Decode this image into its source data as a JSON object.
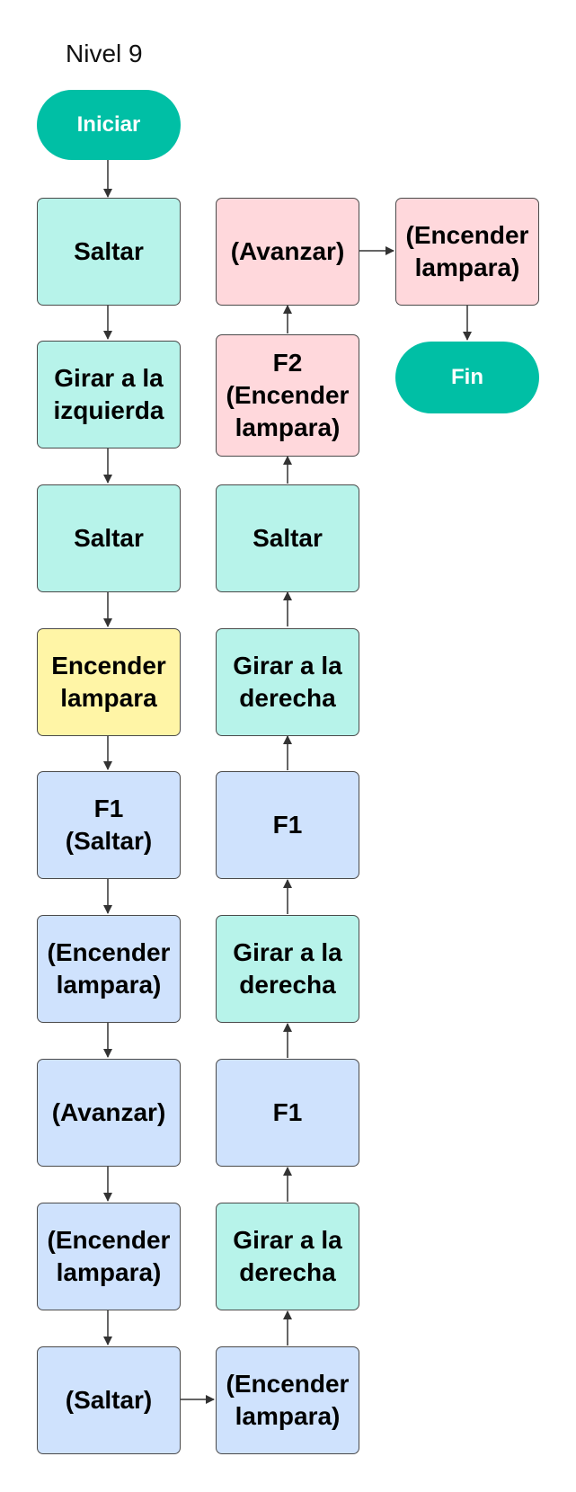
{
  "title": "Nivel 9",
  "terminals": {
    "start": "Iniciar",
    "end": "Fin"
  },
  "nodes": [
    {
      "id": "n1",
      "label": "Saltar",
      "type": "teal"
    },
    {
      "id": "n2",
      "label": "Girar a la\nizquierda",
      "type": "teal"
    },
    {
      "id": "n3",
      "label": "Saltar",
      "type": "teal"
    },
    {
      "id": "n4",
      "label": "Encender\nlampara",
      "type": "yellow"
    },
    {
      "id": "n5",
      "label": "F1\n(Saltar)",
      "type": "blue"
    },
    {
      "id": "n6",
      "label": "(Encender\nlampara)",
      "type": "blue"
    },
    {
      "id": "n7",
      "label": "(Avanzar)",
      "type": "blue"
    },
    {
      "id": "n8",
      "label": "(Encender\nlampara)",
      "type": "blue"
    },
    {
      "id": "n9",
      "label": "(Saltar)",
      "type": "blue"
    },
    {
      "id": "n10",
      "label": "(Encender\nlampara)",
      "type": "blue"
    },
    {
      "id": "n11",
      "label": "Girar a la\nderecha",
      "type": "teal"
    },
    {
      "id": "n12",
      "label": "F1",
      "type": "blue"
    },
    {
      "id": "n13",
      "label": "Girar a la\nderecha",
      "type": "teal"
    },
    {
      "id": "n14",
      "label": "F1",
      "type": "blue"
    },
    {
      "id": "n15",
      "label": "Girar a la\nderecha",
      "type": "teal"
    },
    {
      "id": "n16",
      "label": "Saltar",
      "type": "teal"
    },
    {
      "id": "n17",
      "label": "F2\n(Encender\nlampara)",
      "type": "pink"
    },
    {
      "id": "n18",
      "label": "(Avanzar)",
      "type": "pink"
    },
    {
      "id": "n19",
      "label": "(Encender\nlampara)",
      "type": "pink"
    }
  ],
  "colors": {
    "terminal": "#00bfa5",
    "teal": "#b7f3ea",
    "yellow": "#fff5a6",
    "blue": "#cfe2fd",
    "pink": "#ffd8dc",
    "arrow": "#333333"
  }
}
